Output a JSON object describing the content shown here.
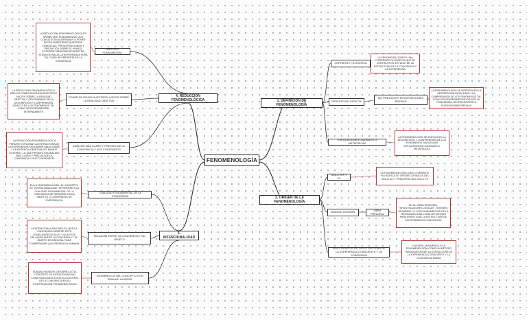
{
  "center": "FENOMENOLOGÍA",
  "branches": {
    "definicion": {
      "title": "1. DEFINICIÓN DE FENOMENOLOGÍA",
      "sub1": "CORRIENTE FILOSÓFICA",
      "note1": "LA FENOMENOLOGÍA ES UNA CORRIENTE FILOSÓFICA QUE SE CENTRA EN EL ESTUDIO DE LA ESTRUCTURA DE LA CONCIENCIA Y LA EXPERIENCIA",
      "sub2": "PERCEPCIÓN DIRECTA",
      "mid2": "SIN PREJUICIOS NI SUPOSICIONES PREVIAS",
      "note2": "LA FENOMENOLOGÍA SE INTERESA EN LA DESCRIPCIÓN DETALLADA Y LA COMPRENSIÓN DE LOS FENÓMENOS TAL COMO SON EXPERIMENTADOS POR LA CONCIENCIA, SIN PREJUICIOS NI SUPOSICIONES PREVIAS",
      "sub3": "EXPLICACIONES CAUSALES O METAFÍSICAS",
      "note3": "LA FENOMENOLOGÍA SE ENFOCA EN LA DESCRIPCIÓN Y COMPRENSIÓN DE LOS FENÓMENOS SIN BUSCAR EXPLICACIONES CAUSALES O METAFÍSICAS"
    },
    "origen": {
      "title": "2. ORIGEN DE LA FENOMENOLOGÍA",
      "sub1": "SIGLO XIX Y XX",
      "note1": "LA FENOMENOLOGÍA COMO CORRIENTE FILOSÓFICA SE ORIGINÓ A FINALES DEL SIGLO XIX Y PRINCIPIOS DEL SIGLO XX",
      "sub2": "EDMUND HUSSERL",
      "mid2": "OBRA PRINCIPAL",
      "note2": "EN SU OBRA PRINCIPAL, \"INVESTIGACIONES LÓGICAS\", HUSSERL DESARROLLÓ LOS FUNDAMENTOS DE LA FENOMENOLOGÍA COMO UN MÉTODO PARA INVESTIGAR LA ESTRUCTURA DE LA EXPERIENCIA CONSCIENTE",
      "sub3": "INVESTIGACIÓN DE LA ESTRUCTURA DE LA EXPERIENCIA CONSCIENTE Y LA CONCIENCIA",
      "note3": "HUSSERL DESARROLLÓ LA FENOMENOLOGÍA COMO UN MÉTODO PARA INVESTIGAR LA ESTRUCTURA DE LA EXPERIENCIA CONSCIENTE Y LA CONCIENCIA MISMA"
    },
    "reduccion": {
      "title": "4. REDUCCIÓN FENOMENOLÓGICA",
      "sub1": "MÉTODO FUNDAMENTAL",
      "note1": "LA REDUCCIÓN FENOMENOLÓGICA ES UN MÉTODO FUNDAMENTAL QUE CONSISTE EN SUSPENDER O PONER ENTRE PARÉNTESIS NUESTRAS CREENCIAS, PRESUPOSICIONES Y PREJUICIOS SOBRE EL MUNDO EXTERIOR PARA DIRIGIR NUESTRA ATENCIÓN HACIA LA EXPERIENCIA PURA TAL COMO SE PRESENTA EN LA CONCIENCIA",
      "sub2": "PONER EN PAUSA NUESTROS JUICIOS SOBRE LA REALIDAD OBJETIVA",
      "note2": "LA REDUCCIÓN FENOMENOLÓGICA IMPLICA PONER EN PAUSA NUESTROS JUICIOS SOBRE LA REALIDAD OBJETIVA Y CENTRARNOS EN LA DESCRIPCIÓN Y COMPRENSIÓN DIRECTA DE LOS FENÓMENOS TAL COMO SE EXPERIMENTAN INTERNAMENTE",
      "sub3": "ANÁLISIS MÁS CLARO Y PRECISO DE LA CONCIENCIA Y SUS CONTENIDOS",
      "note3": "LA REDUCCIÓN FENOMENOLÓGICA PERMITE EXPLORAR LA ESTRUCTURA DE LA EXPERIENCIA SIN ASUMIR NADA SOBRE LA EXISTENCIA OBJETIVA DEL MUNDO EXTERNO, LO QUE PERMITE UN ANÁLISIS MÁS CLARO Y PRECISO DE LA CONCIENCIA Y SUS CONTENIDOS"
    },
    "intencionalidad": {
      "title": "5. INTENCIONALIDAD",
      "sub1": "CUALIDAD FUNDAMENTAL DE LA CONCIENCIA",
      "note1": "EN LA FENOMENOLOGÍA, EL CONCEPTO DE \"INTENCIONALIDAD\" SE REFIERE A LA CUALIDAD FUNDAMENTAL DE LA CONCIENCIA DE DIRIGIRSE HACIA OBJETOS O CONTENIDOS DE EXPERIENCIA",
      "sub2": "RELACIÓN ENTRE LA CONCIENCIA Y SU OBJETO",
      "note2": "LA INTENCIONALIDAD IMPLICA QUE LA CONCIENCIA SIEMPRE ESTÁ CONSCIENTE DE ALGO Y QUE ESTA RELACIÓN ENTRE LA CONCIENCIA Y SU OBJETO ES ESENCIAL PARA COMPRENDER LA EXPERIENCIA HUMANA",
      "sub3": "DESARROLLÓ DEL CONCEPTO POR EDMUND HUSSERL",
      "note3": "EDMUND HUSSERL DESARROLLÓ EL CONCEPTO DE INTENCIONALIDAD COMO UNA CARACTERÍSTICA CENTRAL DE LA CONCIENCIA EN SU INVESTIGACIÓN FENOMENOLÓGICA"
    }
  }
}
